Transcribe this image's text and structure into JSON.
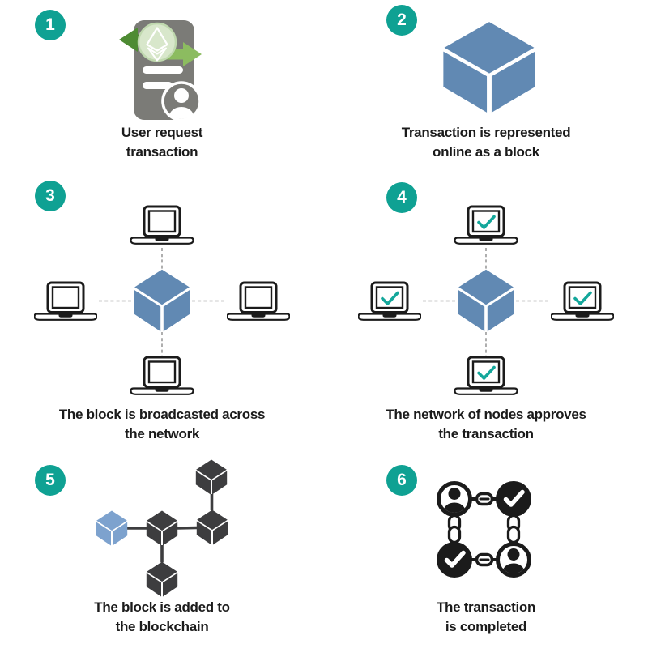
{
  "colors": {
    "teal": "#0FA193",
    "check": "#14A79B",
    "blue": "#6189B3",
    "lightblue": "#7DA2CE",
    "dark": "#3D3D3F",
    "ink": "#1B1B1B",
    "docgray": "#7B7B77",
    "greendark": "#4E8B33",
    "greenlight": "#8CBC60",
    "coinfill": "#D8E7CB",
    "coinedge": "#BFD8AE",
    "dash": "#9B9B9B"
  },
  "steps": [
    {
      "number": "1",
      "icon": "user-request-icon",
      "caption": "User request\ntransaction"
    },
    {
      "number": "2",
      "icon": "block-cube-icon",
      "caption": "Transaction is represented\nonline as a block"
    },
    {
      "number": "3",
      "icon": "broadcast-network-icon",
      "caption": "The block is broadcasted across\nthe network"
    },
    {
      "number": "4",
      "icon": "approval-network-icon",
      "caption": "The network of nodes approves\nthe transaction"
    },
    {
      "number": "5",
      "icon": "blockchain-icon",
      "caption": "The block is added to\nthe blockchain"
    },
    {
      "number": "6",
      "icon": "completed-chain-icon",
      "caption": "The transaction\nis completed"
    }
  ]
}
